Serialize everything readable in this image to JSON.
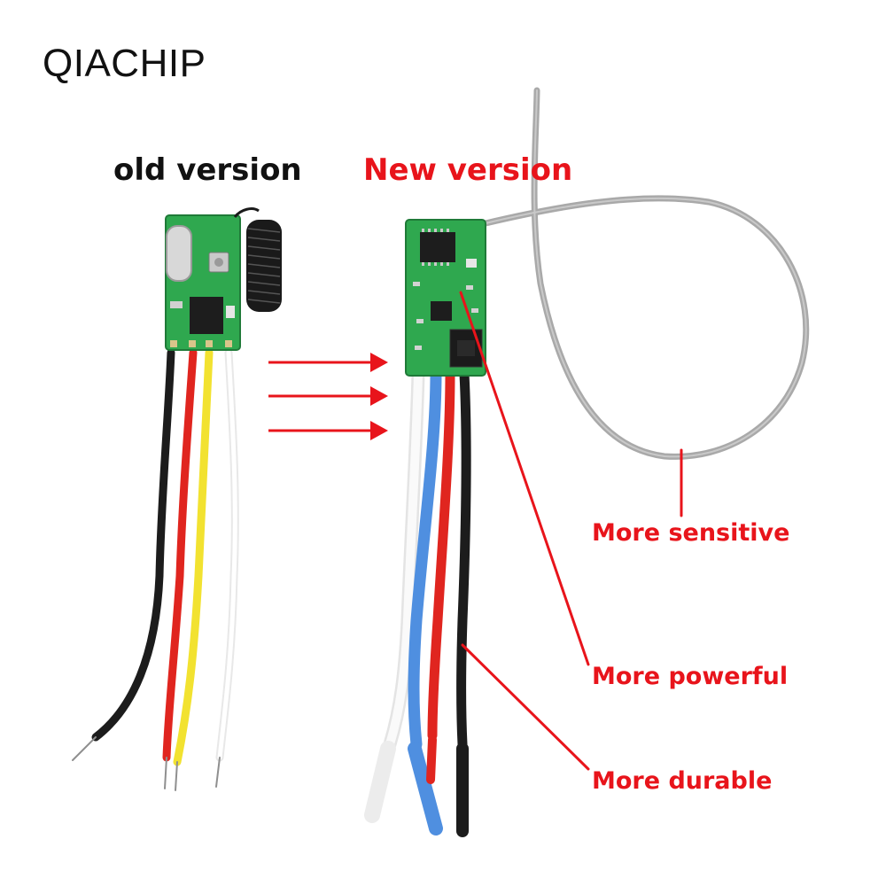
{
  "brand": "QIACHIP",
  "old_label": "old version",
  "new_label": "New version",
  "callouts": {
    "sensitive": "More sensitive",
    "powerful": "More powerful",
    "durable": "More durable"
  },
  "colors": {
    "accent_red": "#e8141b",
    "board_green": "#2fa84f",
    "wire_black": "#1c1c1c",
    "wire_red": "#e0251f",
    "wire_yellow": "#f2e230",
    "wire_white": "#f4f4f4",
    "wire_blue": "#4f8fe0",
    "antenna_grey": "#a9a9a9"
  }
}
